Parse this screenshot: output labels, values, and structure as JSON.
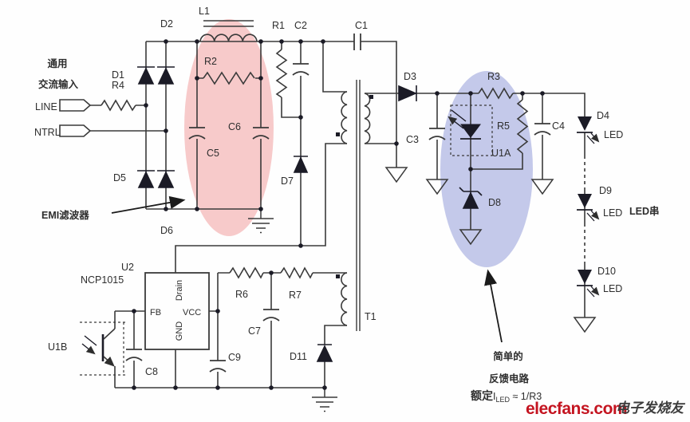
{
  "colors": {
    "line": "#3a3a3a",
    "fill_dark": "#1b1b26",
    "highlight_pink": "#f7caca",
    "highlight_blue": "#c4c9ea",
    "watermark_red": "#c41420",
    "watermark_dark": "#3c3c3c"
  },
  "annotations": {
    "ac_input_1": "通用",
    "ac_input_2": "交流输入",
    "emi_filter": "EMI滤波器",
    "led_string": "LED串",
    "feedback_1": "简单的",
    "feedback_2": "反馈电路",
    "formula_rated": "额定",
    "formula_i": "I",
    "formula_sub": "LED",
    "formula_rest": " ≈ 1/R3"
  },
  "ports": {
    "line": "LINE",
    "ntrl": "NTRL"
  },
  "ic": {
    "ref": "U2",
    "part": "NCP1015",
    "pin_fb": "FB",
    "pin_vcc": "VCC",
    "pin_drain": "Drain",
    "pin_gnd": "GND"
  },
  "components": {
    "l1": "L1",
    "d1": "D1",
    "d2": "D2",
    "r4": "R4",
    "d5": "D5",
    "d6": "D6",
    "r2": "R2",
    "c5": "C5",
    "c6": "C6",
    "r1": "R1",
    "c2": "C2",
    "c1": "C1",
    "d7": "D7",
    "d3": "D3",
    "c3": "C3",
    "r3": "R3",
    "r5": "R5",
    "u1a": "U1A",
    "d8": "D8",
    "c4": "C4",
    "d4": "D4",
    "d9": "D9",
    "d10": "D10",
    "led": "LED",
    "t1": "T1",
    "d11": "D11",
    "r6": "R6",
    "r7": "R7",
    "c7": "C7",
    "c8": "C8",
    "c9": "C9",
    "u1b": "U1B"
  },
  "watermark": {
    "brand": "elecfans.com",
    "cn": "电子发烧友"
  }
}
